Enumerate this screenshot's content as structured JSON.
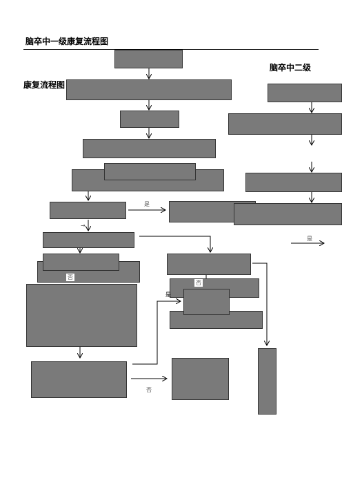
{
  "header": {
    "title": "脑卒中一级康复流程图",
    "right_title": "脑卒中二级",
    "left_title": "康复流程图"
  },
  "labels": {
    "yes_top": "是",
    "yes_right": "是",
    "yes_mid": "是",
    "no_mid_left": "否",
    "no_mid_right": "否",
    "no_bottom": "否",
    "arrow_mark": "→"
  }
}
